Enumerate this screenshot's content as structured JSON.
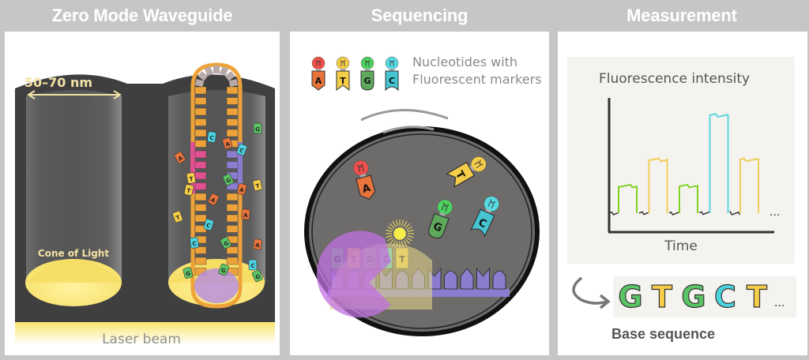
{
  "panels": [
    {
      "title": "Zero Mode Waveguide",
      "labels": {
        "width": "50–70 nm",
        "cone": "Cone of Light",
        "laser": "Laser beam"
      },
      "free_nucleotides": [
        "A",
        "C",
        "A",
        "C",
        "G",
        "G",
        "T",
        "T",
        "A",
        "A",
        "T",
        "C",
        "C",
        "G",
        "A",
        "G",
        "G",
        "C",
        "G",
        "A",
        "T"
      ]
    },
    {
      "title": "Sequencing",
      "legend": {
        "line1": "Nucleotides with",
        "line2": "Fluorescent markers",
        "items": [
          {
            "base": "A",
            "color": "#e8743b",
            "bulb": "#f0504a"
          },
          {
            "base": "T",
            "color": "#f5cd48",
            "bulb": "#f5cd48"
          },
          {
            "base": "G",
            "color": "#5ea85c",
            "bulb": "#4dd160"
          },
          {
            "base": "C",
            "color": "#45c4d1",
            "bulb": "#56dbe3"
          }
        ]
      },
      "strand_bases": [
        "G",
        "T",
        "G",
        "C",
        "T"
      ],
      "floating": [
        "A",
        "T",
        "G",
        "C"
      ]
    },
    {
      "title": "Measurement",
      "base_sequence": {
        "bases": [
          "G",
          "T",
          "G",
          "C",
          "T"
        ],
        "ellipsis": "...",
        "label": "Base sequence"
      }
    }
  ],
  "colors": {
    "A": "#e8743b",
    "T": "#f5cd48",
    "G": "#5bc466",
    "C": "#4dd3df",
    "panel_header": "#c6c6c6",
    "laser": "#fbe57a"
  },
  "chart_data": {
    "type": "line",
    "title": "Fluorescence intensity",
    "xlabel": "Time",
    "ylabel": "Fluorescence intensity",
    "grid": false,
    "legend": "none",
    "baseline": 0,
    "ylim": [
      0,
      1
    ],
    "pulses": [
      {
        "base": "G",
        "color": "#7ed321",
        "intensity": 0.27
      },
      {
        "base": "T",
        "color": "#f0cd5a",
        "intensity": 0.53
      },
      {
        "base": "G",
        "color": "#7ed321",
        "intensity": 0.27
      },
      {
        "base": "C",
        "color": "#5dd5e0",
        "intensity": 0.97
      },
      {
        "base": "T",
        "color": "#f0cd5a",
        "intensity": 0.53
      }
    ],
    "trailing_annotation": "..."
  }
}
